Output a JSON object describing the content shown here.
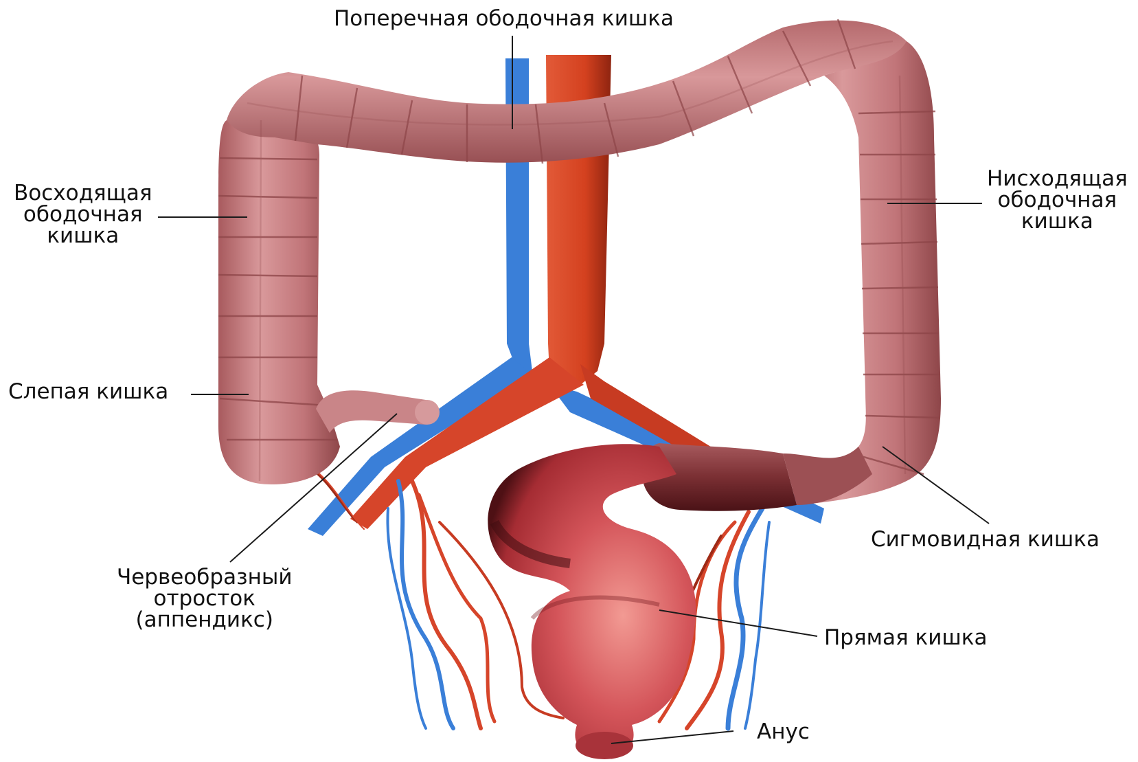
{
  "diagram": {
    "colors": {
      "colon_fill": "#c0767a",
      "colon_dark": "#8d4548",
      "colon_light": "#dc9fa1",
      "rectum_fill": "#c8474a",
      "rectum_dark": "#5a1418",
      "rectum_light": "#f08f8a",
      "artery": "#d6452a",
      "artery_dark": "#9e2a16",
      "vein": "#3a7fd8",
      "leader_line": "#1a1a1a"
    },
    "labels": {
      "transverse_colon": "Поперечная ободочная кишка",
      "ascending_colon": [
        "Восходящая",
        "ободочная",
        "кишка"
      ],
      "descending_colon": [
        "Нисходящая",
        "ободочная",
        "кишка"
      ],
      "cecum": "Слепая кишка",
      "sigmoid_colon": "Сигмовидная кишка",
      "appendix": [
        "Червеобразный",
        "отросток",
        "(аппендикс)"
      ],
      "rectum": "Прямая кишка",
      "anus": "Анус"
    }
  }
}
